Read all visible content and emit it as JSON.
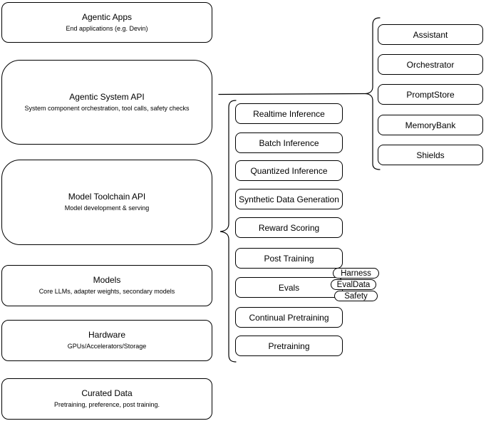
{
  "stack": {
    "boxes": [
      {
        "title": "Agentic Apps",
        "subtitle": "End applications (e.g. Devin)"
      },
      {
        "title": "Agentic System API",
        "subtitle": "System component orchestration, tool calls, safety checks"
      },
      {
        "title": "Model Toolchain API",
        "subtitle": "Model development & serving"
      },
      {
        "title": "Models",
        "subtitle": "Core LLMs, adapter weights, secondary models"
      },
      {
        "title": "Hardware",
        "subtitle": "GPUs/Accelerators/Storage"
      },
      {
        "title": "Curated Data",
        "subtitle": "Pretraining, preference, post training."
      }
    ]
  },
  "toolchain": {
    "items": [
      "Realtime Inference",
      "Batch Inference",
      "Quantized Inference",
      "Synthetic Data Generation",
      "Reward Scoring",
      "Post Training",
      "Evals",
      "Continual Pretraining",
      "Pretraining"
    ]
  },
  "evals_tags": {
    "items": [
      "Harness",
      "EvalData",
      "Safety"
    ]
  },
  "system": {
    "items": [
      "Assistant",
      "Orchestrator",
      "PromptStore",
      "MemoryBank",
      "Shields"
    ]
  },
  "colors": {
    "stroke": "#000000",
    "canvas": "#ffffff"
  }
}
